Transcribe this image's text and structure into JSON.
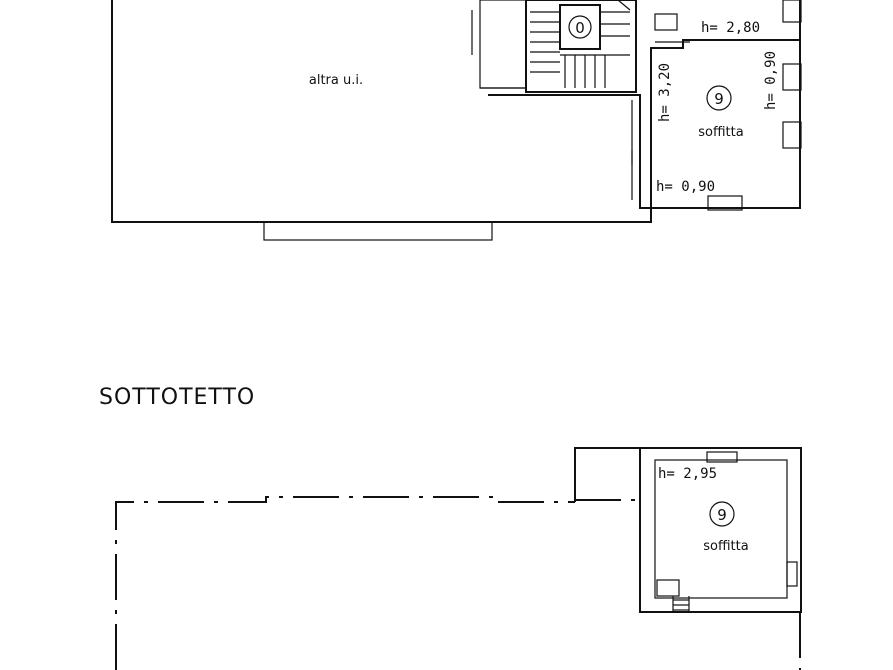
{
  "floor_plan": {
    "upper": {
      "neighbor_unit_label": "altra u.i.",
      "stair_marker": "0",
      "room_number": "9",
      "room_label": "soffitta",
      "height_top": "h= 2,80",
      "height_left": "h= 3,20",
      "height_right": "h= 0,90",
      "height_bottom": "h= 0,90"
    },
    "section_title": "SOTTOTETTO",
    "lower": {
      "room_number": "9",
      "room_label": "soffitta",
      "height": "h= 2,95"
    }
  }
}
